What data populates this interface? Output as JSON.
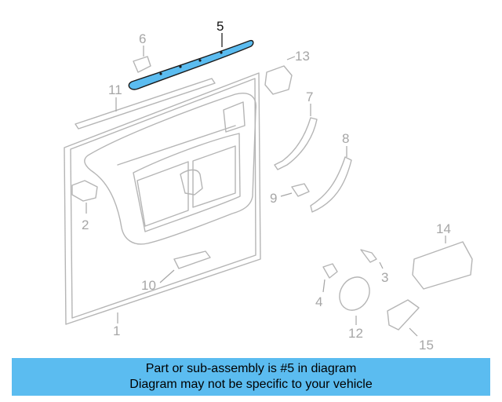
{
  "callouts": [
    {
      "id": "5",
      "label": "5",
      "highlight": true
    },
    {
      "id": "6",
      "label": "6"
    },
    {
      "id": "13",
      "label": "13"
    },
    {
      "id": "11",
      "label": "11"
    },
    {
      "id": "7",
      "label": "7"
    },
    {
      "id": "8",
      "label": "8"
    },
    {
      "id": "9",
      "label": "9"
    },
    {
      "id": "2",
      "label": "2"
    },
    {
      "id": "14",
      "label": "14"
    },
    {
      "id": "3",
      "label": "3"
    },
    {
      "id": "10",
      "label": "10"
    },
    {
      "id": "4",
      "label": "4"
    },
    {
      "id": "1",
      "label": "1"
    },
    {
      "id": "12",
      "label": "12"
    },
    {
      "id": "15",
      "label": "15"
    }
  ],
  "banner": {
    "line1": "Part or sub-assembly is #5 in diagram",
    "line2": "Diagram may not be specific to your vehicle"
  },
  "colors": {
    "highlight_part": "#5bbcf0",
    "banner_bg": "#5bbcf0",
    "line_art": "#b5b5b5"
  }
}
